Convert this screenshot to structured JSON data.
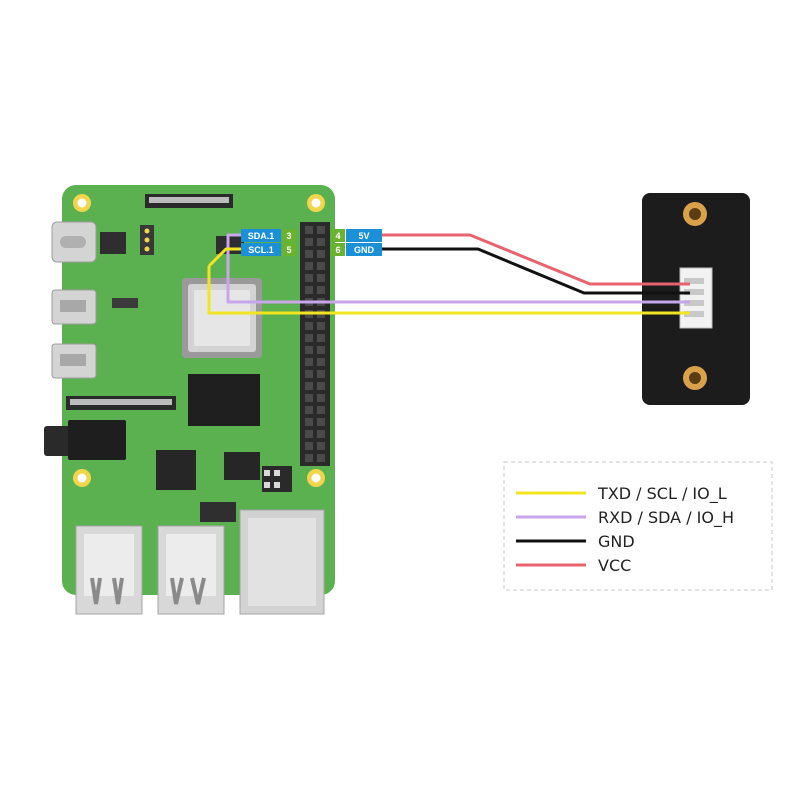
{
  "pins": {
    "sda_label": "SDA.1",
    "sda_num": "3",
    "scl_label": "SCL.1",
    "scl_num": "5",
    "v5_num": "4",
    "v5_label": "5V",
    "gnd_num": "6",
    "gnd_label": "GND"
  },
  "legend": [
    {
      "label": "TXD / SCL / IO_L",
      "color": "#f2e421"
    },
    {
      "label": "RXD / SDA / IO_H",
      "color": "#c9a6ea"
    },
    {
      "label": "GND",
      "color": "#111111"
    },
    {
      "label": "VCC",
      "color": "#e8636e"
    }
  ],
  "colors": {
    "board": "#5bb04f",
    "board_dark": "#4a9a41",
    "pin_blue": "#1b90d6",
    "pin_green": "#6ab32e",
    "module": "#1c1c1c",
    "brass": "#d9a14a"
  },
  "icons": {
    "board": "raspberry-pi-board",
    "module": "sensor-module"
  }
}
